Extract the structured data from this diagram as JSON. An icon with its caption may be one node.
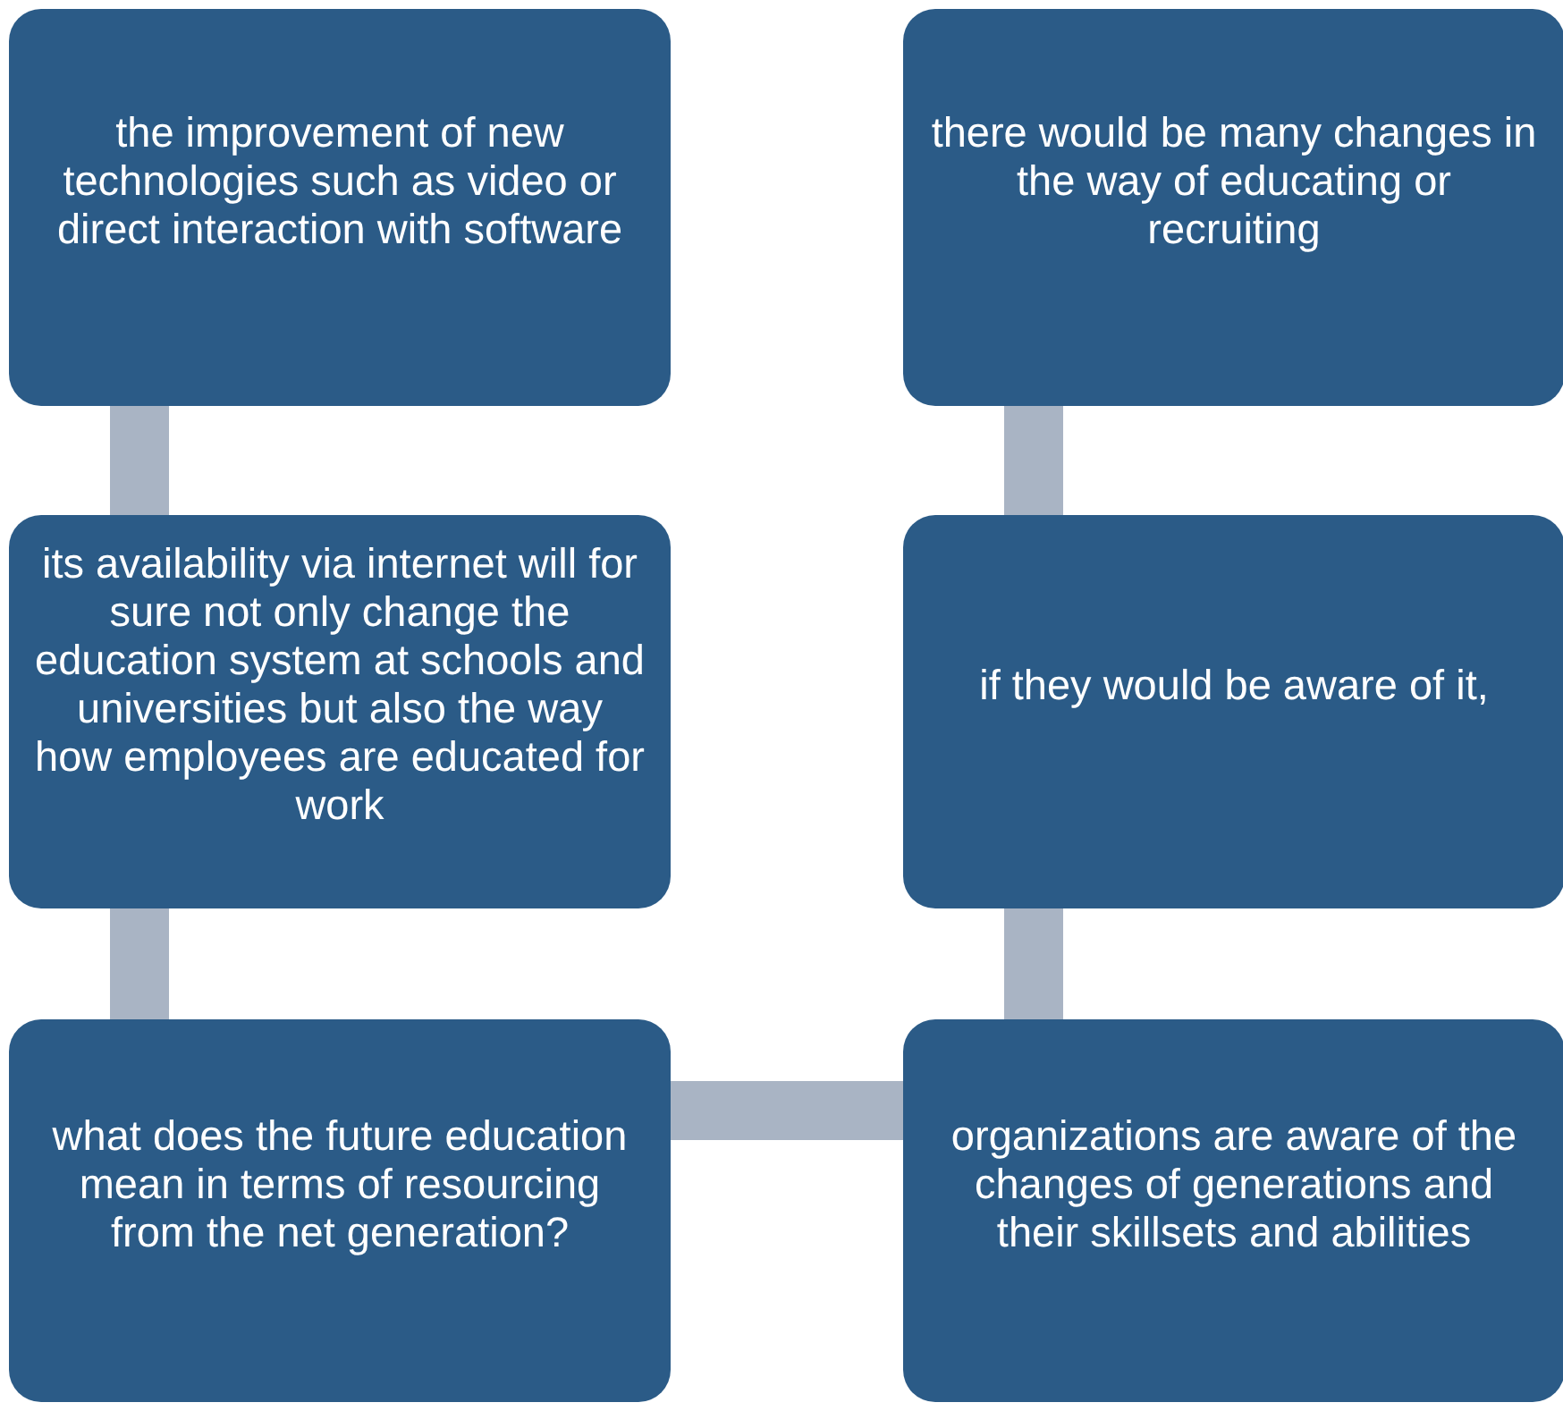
{
  "diagram": {
    "nodes": [
      {
        "text": [
          "the improvement of new technologies such as video or direct interaction with software"
        ]
      },
      {
        "text": [
          "there would be many changes in the way of educating or recruiting"
        ]
      },
      {
        "text": [
          "its availability via internet will for sure not only change the education system at schools and universities but also the way how employees are educated for work"
        ]
      },
      {
        "text": [
          "if they would be aware of it,"
        ]
      },
      {
        "text": [
          "what does the future education mean in terms of resourcing from the net generation?"
        ]
      },
      {
        "text": [
          "organizations are aware of the changes of generations and their skillsets and abilities"
        ]
      }
    ],
    "edges": [
      {
        "from": 0,
        "to": 2,
        "arrow": "none"
      },
      {
        "from": 2,
        "to": 4,
        "arrow": "none"
      },
      {
        "from": 4,
        "to": 5,
        "arrow": "none"
      },
      {
        "from": 5,
        "to": 3,
        "arrow": "none"
      },
      {
        "from": 3,
        "to": 1,
        "arrow": "none"
      }
    ]
  }
}
